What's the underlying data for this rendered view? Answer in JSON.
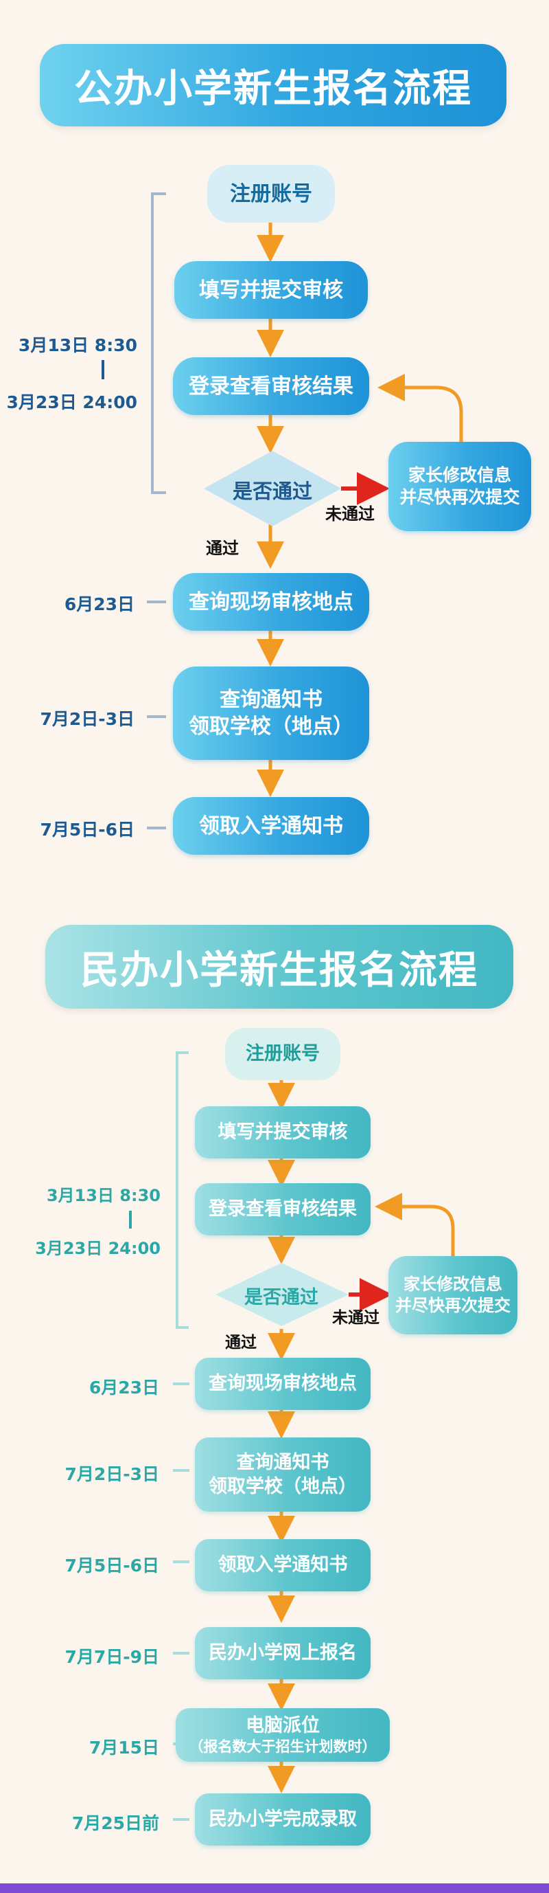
{
  "public_flow": {
    "title": "公办小学新生报名流程",
    "register": "注册账号",
    "fill_submit": "填写并提交审核",
    "check_result": "登录查看审核结果",
    "decision": "是否通过",
    "modify": [
      "家长修改信息",
      "并尽快再次提交"
    ],
    "not_passed": "未通过",
    "passed": "通过",
    "query_site": "查询现场审核地点",
    "query_notice": [
      "查询通知书",
      "领取学校（地点）"
    ],
    "receive_notice": "领取入学通知书",
    "dates": {
      "range_start": "3月13日 8:30",
      "range_sep": "|",
      "range_end": "3月23日 24:00",
      "site": "6月23日",
      "notice": "7月2日-3日",
      "receive": "7月5日-6日"
    }
  },
  "private_flow": {
    "title": "民办小学新生报名流程",
    "register": "注册账号",
    "fill_submit": "填写并提交审核",
    "check_result": "登录查看审核结果",
    "decision": "是否通过",
    "modify": [
      "家长修改信息",
      "并尽快再次提交"
    ],
    "not_passed": "未通过",
    "passed": "通过",
    "query_site": "查询现场审核地点",
    "query_notice": [
      "查询通知书",
      "领取学校（地点）"
    ],
    "receive_notice": "领取入学通知书",
    "online_apply": "民办小学网上报名",
    "computer_assign": "电脑派位",
    "computer_assign_note": "（报名数大于招生计划数时）",
    "complete": "民办小学完成录取",
    "dates": {
      "range_start": "3月13日 8:30",
      "range_sep": "|",
      "range_end": "3月23日 24:00",
      "site": "6月23日",
      "notice": "7月2日-3日",
      "receive": "7月5日-6日",
      "online": "7月7日-9日",
      "assign": "7月15日",
      "complete": "7月25日前"
    }
  },
  "colors": {
    "background": "#fbf5ee",
    "public_accent": "#2fa6e0",
    "private_accent": "#43b7c2",
    "arrow": "#f19a24",
    "reject_arrow": "#e0241e",
    "footer": "#7c4ad3"
  }
}
